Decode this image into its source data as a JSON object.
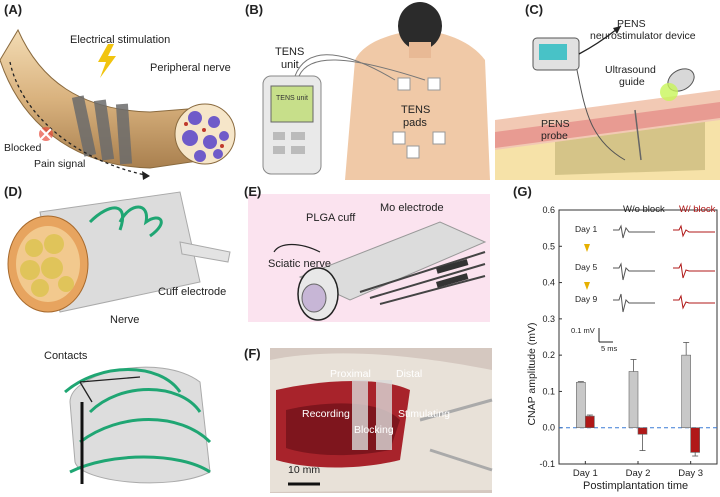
{
  "panels": {
    "A": {
      "letter": "(A)",
      "electrical_stimulation": "Electrical stimulation",
      "peripheral_nerve": "Peripheral nerve",
      "blocked": "Blocked",
      "pain_signal": "Pain signal"
    },
    "B": {
      "letter": "(B)",
      "tens_unit": "TENS\nunit",
      "tens_unit_line1": "TENS",
      "tens_unit_line2": "unit",
      "tens_pads_line1": "TENS",
      "tens_pads_line2": "pads",
      "device_screen": "TENS unit"
    },
    "C": {
      "letter": "(C)",
      "pens_device_line1": "PENS",
      "pens_device_line2": "neurostimulator device",
      "ultrasound_line1": "Ultrasound",
      "ultrasound_line2": "guide",
      "probe_line1": "PENS",
      "probe_line2": "probe"
    },
    "D": {
      "letter": "(D)",
      "cuff_electrode": "Cuff electrode",
      "nerve": "Nerve",
      "contacts": "Contacts"
    },
    "E": {
      "letter": "(E)",
      "mo_electrode": "Mo electrode",
      "plga_cuff": "PLGA cuff",
      "sciatic_nerve": "Sciatic nerve"
    },
    "F": {
      "letter": "(F)",
      "proximal": "Proximal",
      "distal": "Distal",
      "recording": "Recording",
      "blocking": "Blocking",
      "stimulating": "Stimulating",
      "scale_bar": "10 mm"
    },
    "G": {
      "letter": "(G)",
      "wo_block": "W/o block",
      "w_block": "W/ block",
      "day1": "Day 1",
      "day5": "Day 5",
      "day9": "Day 9",
      "scale_v": "0.1 mV",
      "scale_t": "5 ms"
    }
  },
  "chart_data": {
    "type": "bar",
    "title": "",
    "xlabel": "Postimplantation time",
    "ylabel": "CNAP amplitude (mV)",
    "ylim": [
      -0.1,
      0.6
    ],
    "yticks": [
      "-0.1",
      "0.0",
      "0.1",
      "0.2",
      "0.3",
      "0.4",
      "0.5",
      "0.6"
    ],
    "categories": [
      "Day 1",
      "Day 2",
      "Day 3"
    ],
    "series": [
      {
        "name": "W/o block",
        "color": "#c8c8c8",
        "values": [
          0.125,
          0.155,
          0.2
        ],
        "errors": [
          0.002,
          0.033,
          0.035
        ]
      },
      {
        "name": "W/ block",
        "color": "#b01818",
        "values": [
          0.032,
          -0.018,
          -0.068
        ],
        "errors": [
          0.003,
          0.045,
          0.01
        ]
      }
    ],
    "grid": false,
    "legend": "top"
  }
}
